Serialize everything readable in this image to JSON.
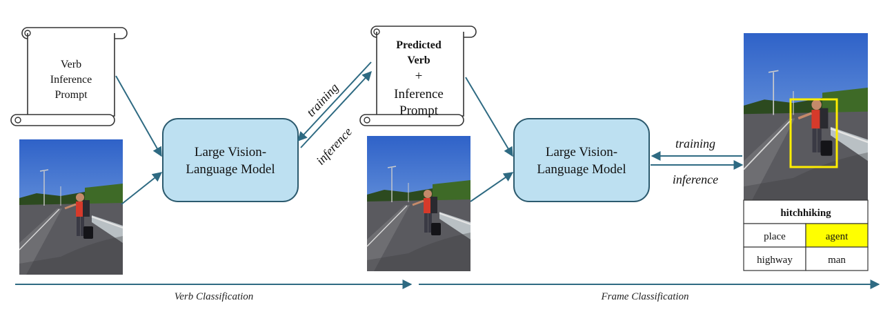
{
  "prompts": {
    "verb_prompt": [
      "Verb",
      "Inference",
      "Prompt"
    ],
    "frame_prompt_bold": [
      "Predicted",
      "Verb"
    ],
    "frame_prompt_plus": "+",
    "frame_prompt_rest": [
      "Inference",
      "Prompt"
    ]
  },
  "models": {
    "model1": [
      "Large Vision-",
      "Language Model"
    ],
    "model2": [
      "Large Vision-",
      "Language Model"
    ]
  },
  "edges": {
    "training_1": "training",
    "inference_1": "inference",
    "training_2": "training",
    "inference_2": "inference"
  },
  "output_table": {
    "verb": "hitchhiking",
    "roles": [
      "place",
      "agent"
    ],
    "values": [
      "highway",
      "man"
    ],
    "highlighted_role": "agent"
  },
  "stages": {
    "verb_classification": "Verb Classification",
    "frame_classification": "Frame Classification"
  },
  "colors": {
    "arrow": "#2e6a82",
    "model_fill": "#bde0f1",
    "model_stroke": "#2c5a6e",
    "highlight": "#ffff00",
    "bbox": "#ffee00"
  }
}
